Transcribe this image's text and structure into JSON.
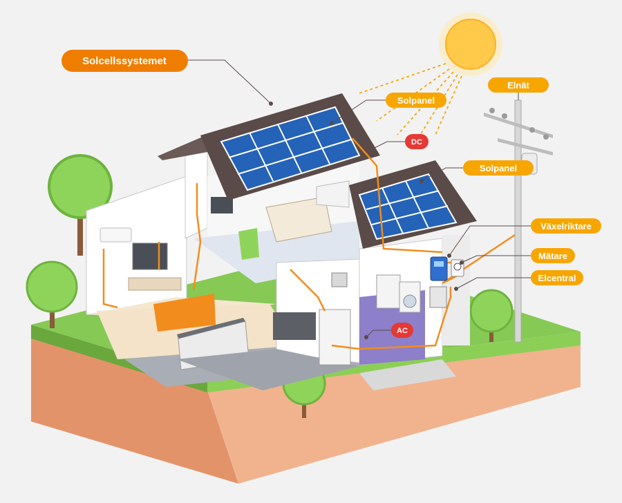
{
  "title": "Solcellssystemet",
  "labels": {
    "solpanel_roof": "Solpanel",
    "dc": "DC",
    "elnat": "Elnät",
    "solpanel_annex": "Solpanel",
    "vaxelriktare": "Växelriktare",
    "matare": "Mätare",
    "elcentral": "Elcentral",
    "ac": "AC"
  },
  "colors": {
    "background": "#f2f2f2",
    "title_badge": "#ef7d00",
    "label_badge": "#f7a600",
    "current_badge": "#e53935",
    "wire": "#f28c1c",
    "sun": "#ffc94a",
    "roof": "#5a4a48",
    "panel": "#2563b8",
    "grass": "#7cc04b",
    "soil": "#e9a679"
  },
  "icons": [
    "sun-icon",
    "utility-pole-icon",
    "solar-panel-icon",
    "inverter-icon",
    "meter-icon",
    "fuse-box-icon",
    "tree-icon"
  ]
}
